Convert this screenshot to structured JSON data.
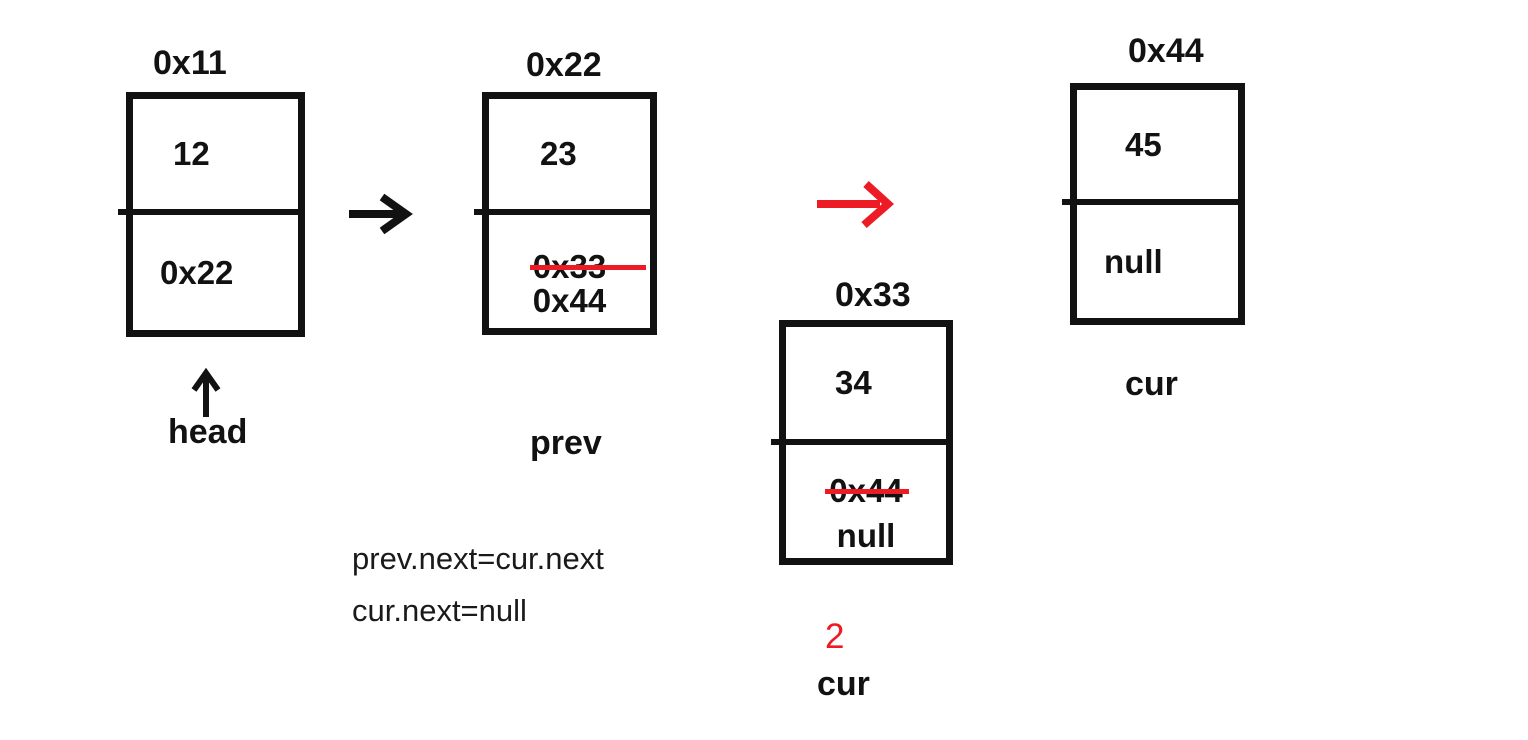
{
  "colors": {
    "ink": "#121212",
    "accent_red": "#ed1c24",
    "background": "#ffffff"
  },
  "nodes": [
    {
      "address": "0x11",
      "value": "12",
      "pointer": "0x22",
      "label": "head"
    },
    {
      "address": "0x22",
      "value": "23",
      "pointer_old": "0x33",
      "pointer_new": "0x44",
      "label": "prev"
    },
    {
      "address": "0x33",
      "value": "34",
      "pointer_old": "0x44",
      "pointer_new": "null",
      "label": "cur",
      "step": "2"
    },
    {
      "address": "0x44",
      "value": "45",
      "pointer": "null",
      "label": "cur"
    }
  ],
  "code_lines": [
    "prev.next=cur.next",
    "cur.next=null"
  ],
  "icons": {
    "next_arrow": "right-arrow",
    "traverse_arrow": "right-arrow-red",
    "head_arrow": "up-arrow"
  }
}
